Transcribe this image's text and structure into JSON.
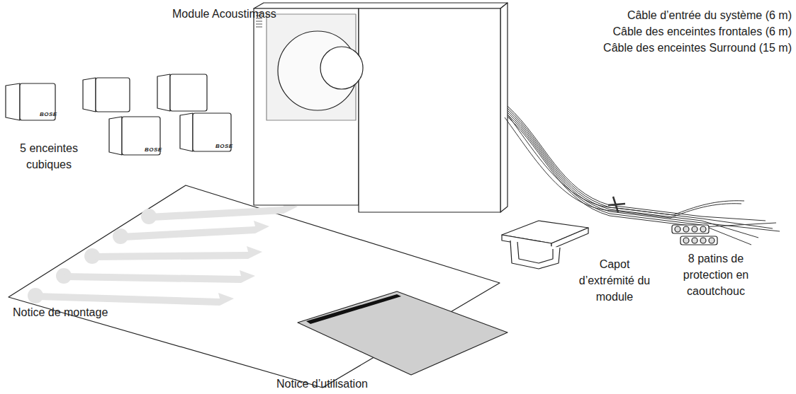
{
  "diagram": {
    "labels": [
      "Module Acoustimass",
      "Câble d’entrée du système (6 m)",
      "Câble des enceintes frontales (6 m)",
      "Câble des enceintes Surround (15 m)",
      "5 enceintes cubiques",
      "8 patins de protection en caoutchouc",
      "Capot d’extrémité du module",
      "Notice de montage",
      "Notice d’utilisation",
      "BOSE",
      "BOSE",
      "BOSE"
    ]
  }
}
